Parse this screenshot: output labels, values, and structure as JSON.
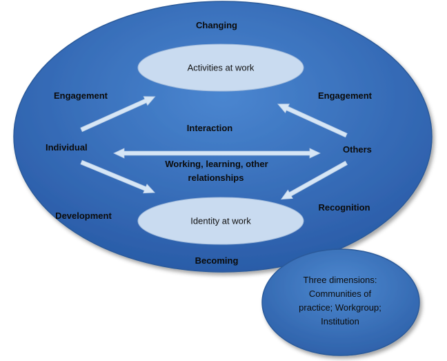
{
  "colors": {
    "outer_fill_light": "#4a86d0",
    "outer_fill_dark": "#2a5ca8",
    "outer_stroke": "#2c5a9a",
    "inner_fill": "#c9dbf0",
    "arrow_fill": "#d6e6f6",
    "small_fill_light": "#4d88cf",
    "small_fill_dark": "#2c5fa8"
  },
  "labels": {
    "changing": "Changing",
    "activities": "Activities at work",
    "engagement_left": "Engagement",
    "engagement_right": "Engagement",
    "interaction": "Interaction",
    "individual": "Individual",
    "others": "Others",
    "working_line1": "Working, learning, other",
    "working_line2": "relationships",
    "development": "Development",
    "recognition": "Recognition",
    "identity": "Identity at work",
    "becoming": "Becoming"
  },
  "dimensions": {
    "line1": "Three dimensions:",
    "line2": "Communities of",
    "line3": "practice; Workgroup;",
    "line4": "Institution"
  }
}
